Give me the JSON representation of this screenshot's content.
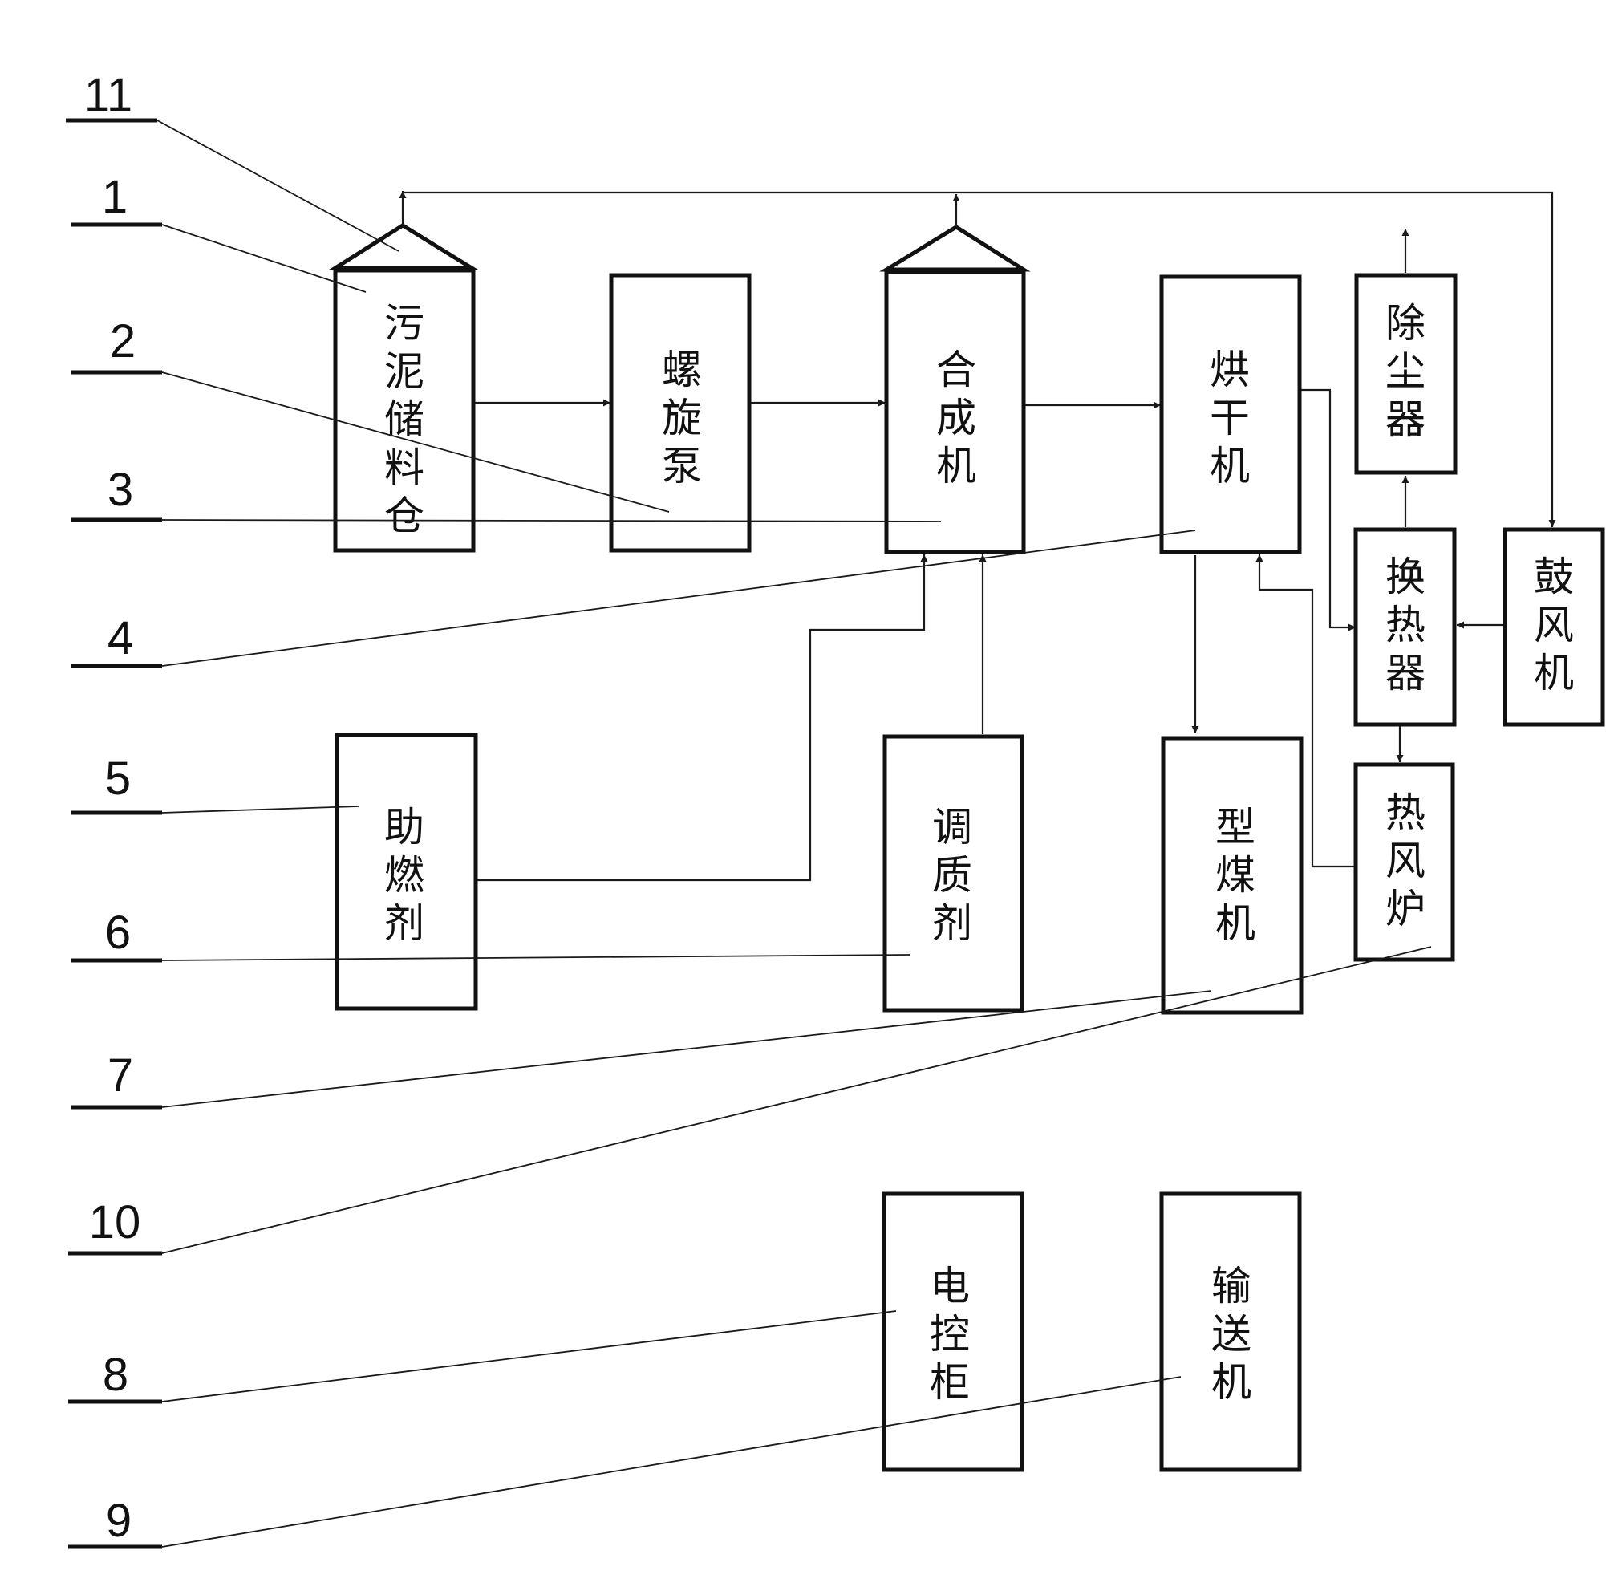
{
  "callouts": [
    "11",
    "1",
    "2",
    "3",
    "4",
    "5",
    "6",
    "7",
    "10",
    "8",
    "9"
  ],
  "boxes": {
    "sludge_bin": [
      "污",
      "泥",
      "储",
      "料",
      "仓"
    ],
    "screw_pump": [
      "螺",
      "旋",
      "泵"
    ],
    "synthesizer": [
      "合",
      "成",
      "机"
    ],
    "dryer": [
      "烘",
      "干",
      "机"
    ],
    "dust_collector": [
      "除",
      "尘",
      "器"
    ],
    "heat_exchanger": [
      "换",
      "热",
      "器"
    ],
    "blower": [
      "鼓",
      "风",
      "机"
    ],
    "combustion_aid": [
      "助",
      "燃",
      "剂"
    ],
    "conditioner": [
      "调",
      "质",
      "剂"
    ],
    "briquette_machine": [
      "型",
      "煤",
      "机"
    ],
    "hot_air_furnace": [
      "热",
      "风",
      "炉"
    ],
    "control_cabinet": [
      "电",
      "控",
      "柜"
    ],
    "conveyor": [
      "输",
      "送",
      "机"
    ]
  }
}
